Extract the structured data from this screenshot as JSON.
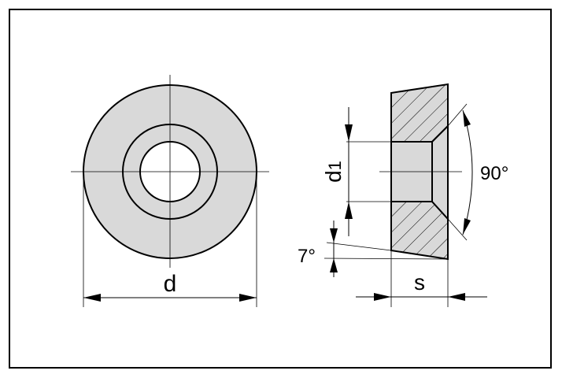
{
  "labels": {
    "d": "d",
    "d1_main": "d",
    "d1_sub": "1",
    "angle_90": "90°",
    "angle_7": "7°",
    "s": "s"
  },
  "colors": {
    "fill": "#d9d9d9",
    "line": "#000000"
  }
}
